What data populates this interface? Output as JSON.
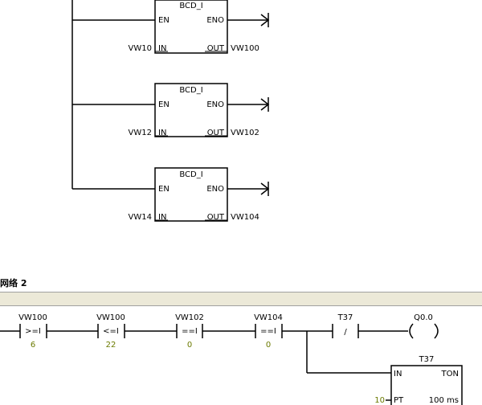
{
  "network2": {
    "title": "网络 2"
  },
  "network1": {
    "blocks": [
      {
        "name": "BCD_I",
        "en": "EN",
        "eno": "ENO",
        "in_label": "IN",
        "out_label": "OUT",
        "in_operand": "VW10",
        "out_operand": "VW100"
      },
      {
        "name": "BCD_I",
        "en": "EN",
        "eno": "ENO",
        "in_label": "IN",
        "out_label": "OUT",
        "in_operand": "VW12",
        "out_operand": "VW102"
      },
      {
        "name": "BCD_I",
        "en": "EN",
        "eno": "ENO",
        "in_label": "IN",
        "out_label": "OUT",
        "in_operand": "VW14",
        "out_operand": "VW104"
      }
    ]
  },
  "rung2": {
    "contacts": [
      {
        "operand": "VW100",
        "operator": ">=I",
        "value": "6"
      },
      {
        "operand": "VW100",
        "operator": "<=I",
        "value": "22"
      },
      {
        "operand": "VW102",
        "operator": "==I",
        "value": "0"
      },
      {
        "operand": "VW104",
        "operator": "==I",
        "value": "0"
      },
      {
        "operand": "T37",
        "operator": "/",
        "value": ""
      }
    ],
    "coil": {
      "operand": "Q0.0"
    },
    "timer": {
      "name": "T37",
      "type": "TON",
      "in_label": "IN",
      "pt_label": "PT",
      "pt_value": "10",
      "resolution": "100 ms"
    }
  },
  "colors": {
    "value_text": "#6b7a00",
    "line": "#000000",
    "bar_bg": "#ece9d8"
  }
}
